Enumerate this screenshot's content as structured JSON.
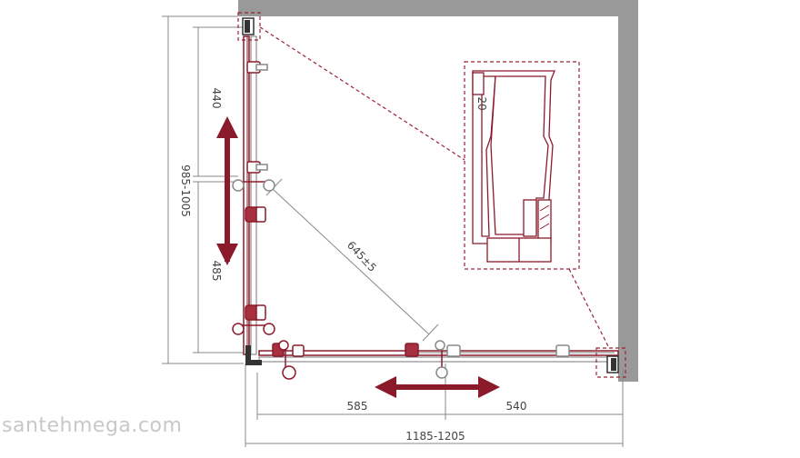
{
  "dimensions": {
    "panel_upper": "440",
    "panel_lower": "485",
    "overall_left": "985-1005",
    "diagonal": "645±5",
    "bottom_left": "585",
    "bottom_right": "540",
    "overall_bottom": "1185-1205",
    "detail_profile": "20"
  },
  "watermark": "santehmega.com",
  "colors": {
    "wall": "#999999",
    "profile": "#8b1a2b",
    "detail_frame": "#9b2335",
    "arrow": "#8b1a2b",
    "dimension_line": "#888888"
  }
}
